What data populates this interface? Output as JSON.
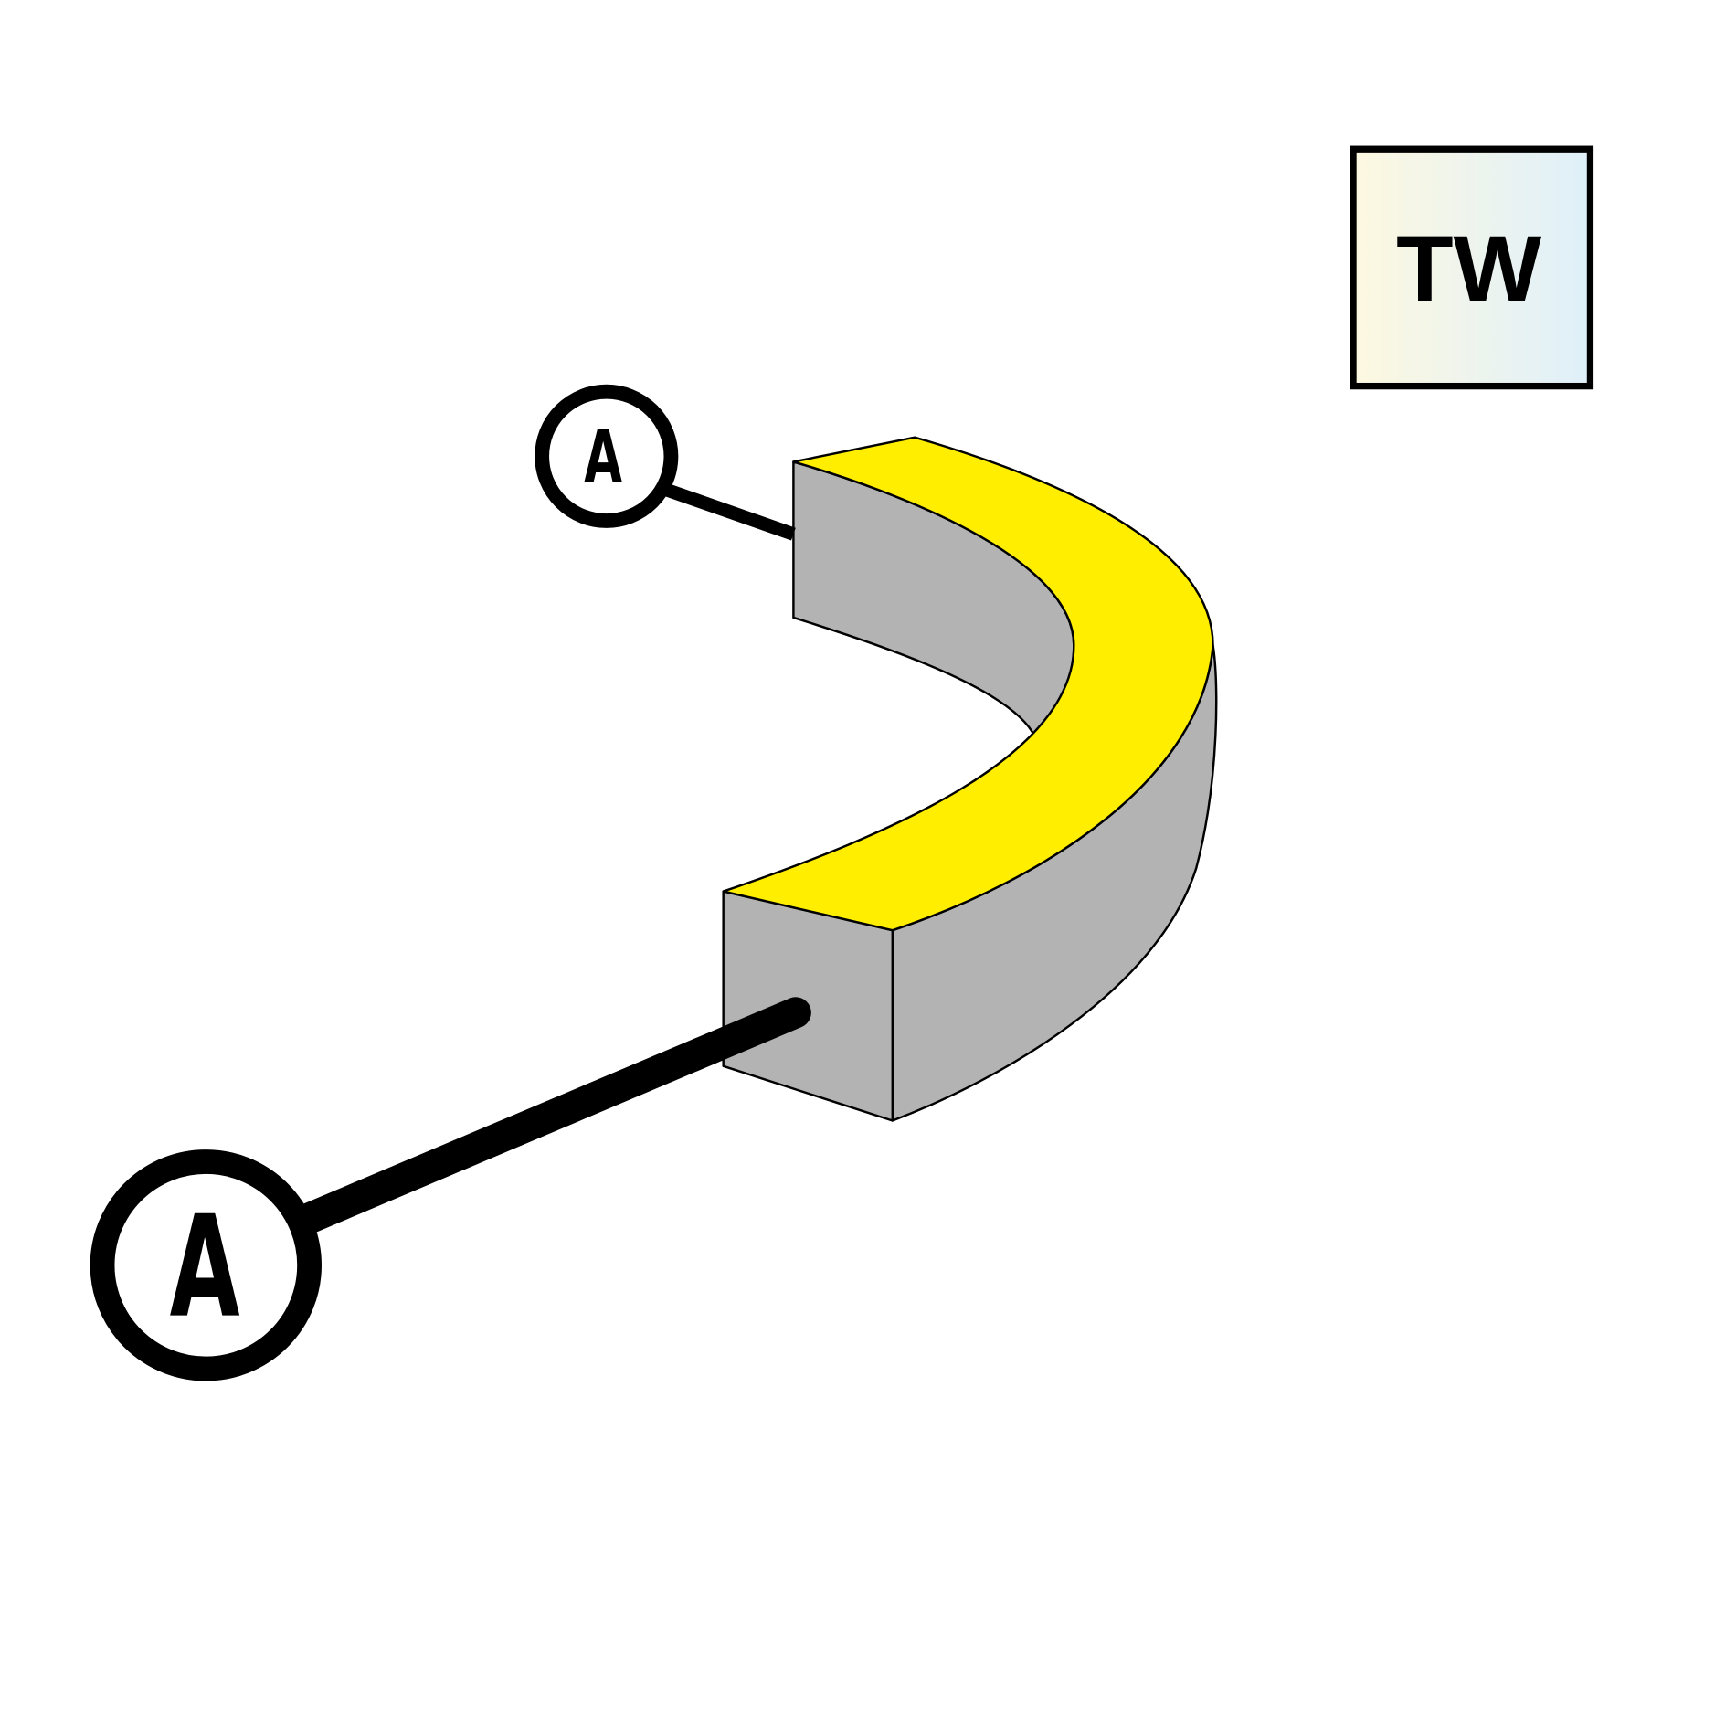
{
  "badge": {
    "label": "TW",
    "gradient_start": "#fdf8e0",
    "gradient_end": "#dff0fa"
  },
  "callouts": [
    {
      "label": "A"
    },
    {
      "label": "A"
    }
  ],
  "colors": {
    "top_face": "#ffee00",
    "side_face": "#b3b3b3",
    "outline": "#000000"
  }
}
